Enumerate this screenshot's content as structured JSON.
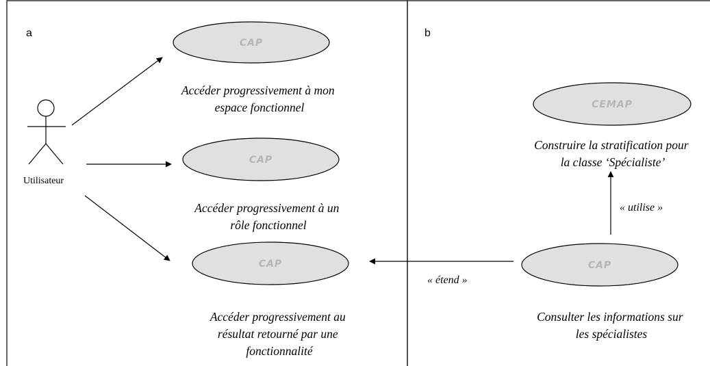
{
  "panels": {
    "left_label": "a",
    "right_label": "b"
  },
  "actor": {
    "label": "Utilisateur",
    "icon": "stick-figure-icon"
  },
  "use_cases": {
    "uc1": {
      "stereotype": "CAP",
      "caption_lines": [
        "Accéder progressivement à mon",
        "espace fonctionnel"
      ]
    },
    "uc2": {
      "stereotype": "CAP",
      "caption_lines": [
        "Accéder progressivement à un",
        "rôle fonctionnel"
      ]
    },
    "uc3": {
      "stereotype": "CAP",
      "caption_lines": [
        "Accéder progressivement au",
        "résultat retourné par une",
        "fonctionnalité"
      ]
    },
    "uc4": {
      "stereotype": "CEMAP",
      "caption_lines": [
        "Construire la stratification pour",
        "la classe ‘Spécialiste’"
      ]
    },
    "uc5": {
      "stereotype": "CAP",
      "caption_lines": [
        "Consulter les informations sur",
        "les spécialistes"
      ]
    }
  },
  "relations": {
    "extends_label": "« étend »",
    "uses_label": "« utilise »"
  },
  "colors": {
    "ellipse_fill": "#e0e0e0",
    "stereotype_text": "#b5b5b5",
    "stroke": "#000000"
  }
}
